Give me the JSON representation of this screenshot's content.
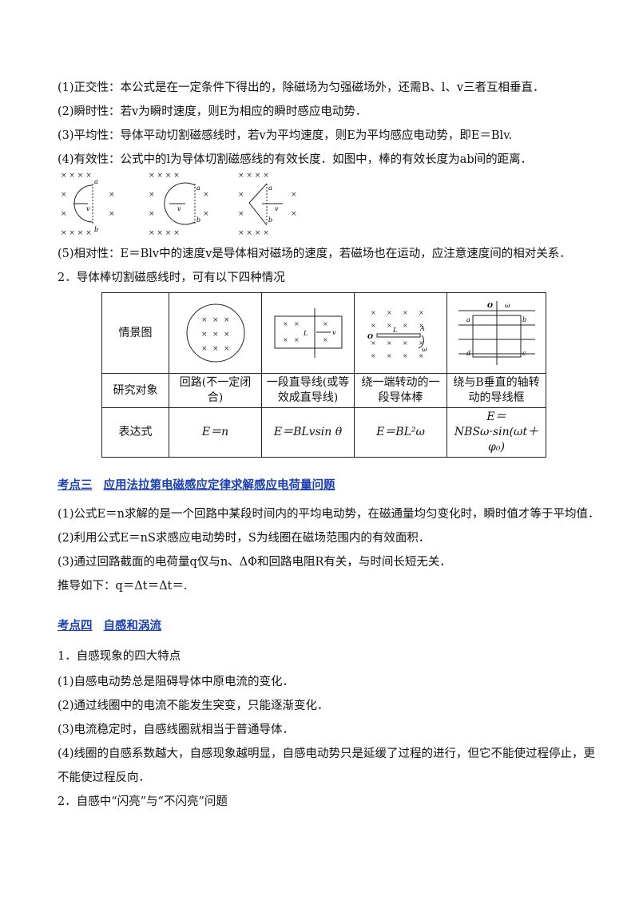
{
  "paragraphs_top": [
    "(1)正交性：本公式是在一定条件下得出的，除磁场为匀强磁场外，还需B、l、v三者互相垂直．",
    "(2)瞬时性：若v为瞬时速度，则E为相应的瞬时感应电动势．",
    "(3)平均性：导体平动切割磁感线时，若v为平均速度，则E为平均感应电动势，即E＝Blv.",
    "(4)有效性：公式中的l为导体切割磁感线的有效长度．如图中，棒的有效长度为ab间的距离．"
  ],
  "figure_labels": {
    "a": "a",
    "b": "b",
    "v": "v"
  },
  "paragraph_relative": "(5)相对性：E＝Blv中的速度v是导体相对磁场的速度，若磁场也在运动，应注意速度间的相对关系．",
  "item2": "2．导体棒切割磁感线时，可有以下四种情况",
  "table": {
    "row_headers": [
      "情景图",
      "研究对象",
      "表达式"
    ],
    "objects": [
      "回路(不一定闭合)",
      "一段直导线(或等效成直导线)",
      "绕一端转动的一段导体棒",
      "绕与B垂直的轴转动的导线框"
    ],
    "expressions": [
      "E＝n",
      "E＝BLvsin θ",
      "E＝BL²ω",
      "E＝NBSω·sin(ωt＋φ₀)"
    ],
    "diagram_labels": {
      "L": "L",
      "v": "v",
      "O": "O",
      "A": "A",
      "omega": "ω",
      "a": "a",
      "b": "b",
      "c": "c",
      "d": "d"
    }
  },
  "section3": {
    "label": "考点三",
    "title": "应用法拉第电磁感应定律求解感应电荷量问题",
    "lines": [
      "(1)公式E＝n求解的是一个回路中某段时间内的平均电动势，在磁通量均匀变化时，瞬时值才等于平均值．",
      "(2)利用公式E＝nS求感应电动势时，S为线圈在磁场范围内的有效面积．",
      "(3)通过回路截面的电荷量q仅与n、ΔΦ和回路电阻R有关，与时间长短无关．",
      "推导如下：q＝Δt＝Δt＝."
    ]
  },
  "section4": {
    "label": "考点四",
    "title": "自感和涡流",
    "lines": [
      "1．自感现象的四大特点",
      "(1)自感电动势总是阻碍导体中原电流的变化．",
      "(2)通过线圈中的电流不能发生突变，只能逐渐变化．",
      "(3)电流稳定时，自感线圈就相当于普通导体．",
      "(4)线圈的自感系数越大，自感现象越明显，自感电动势只是延缓了过程的进行，但它不能使过程停止，更",
      "不能使过程反向．",
      "2．自感中“闪亮”与“不闪亮”问题"
    ]
  }
}
